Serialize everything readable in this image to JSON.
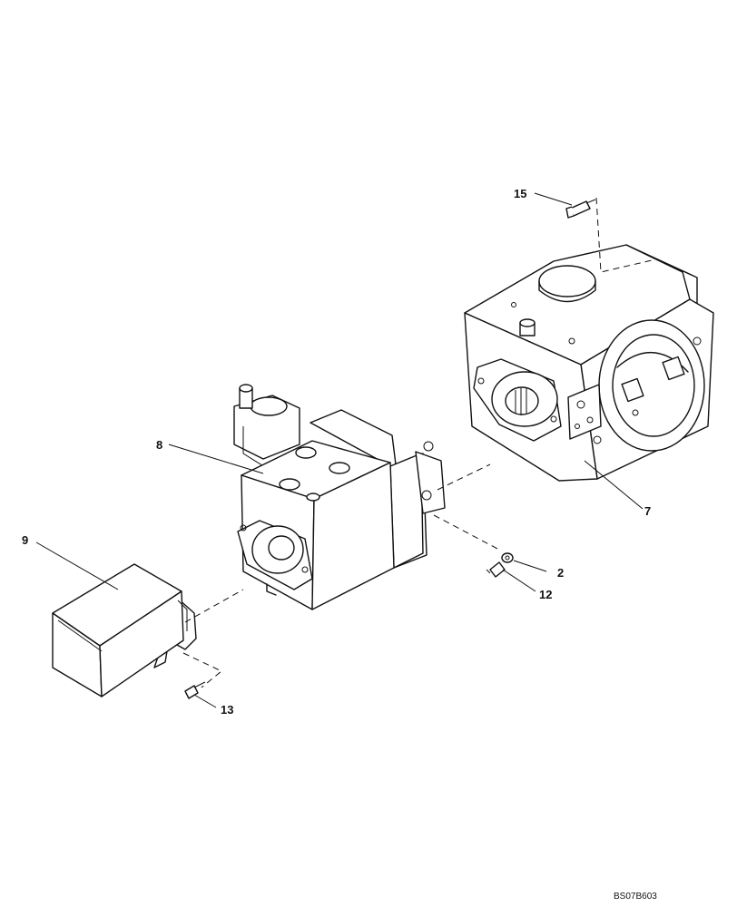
{
  "callouts": {
    "c15": "15",
    "c8": "8",
    "c9": "9",
    "c7": "7",
    "c2": "2",
    "c12": "12",
    "c13": "13"
  },
  "drawing_code": "BS07B603"
}
